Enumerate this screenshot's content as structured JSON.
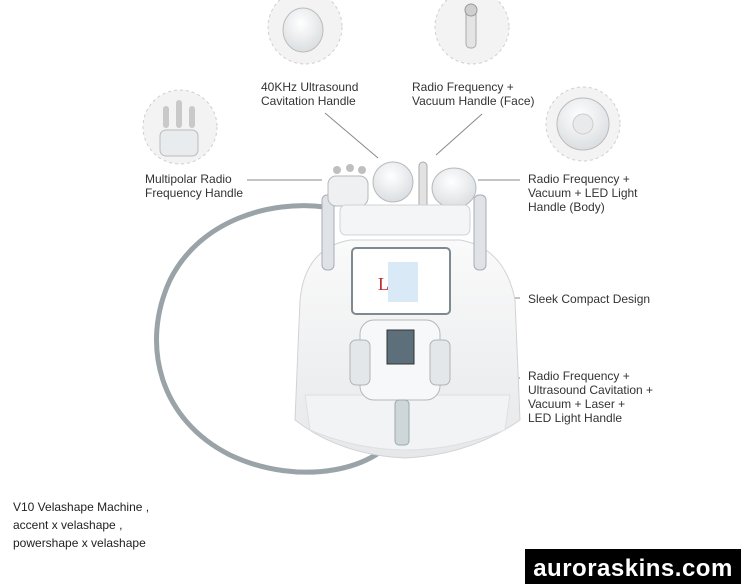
{
  "labels": {
    "cavitation": [
      "40KHz Ultrasound",
      "Cavitation Handle"
    ],
    "rf_face": [
      "Radio Frequency +",
      "Vacuum Handle (Face)"
    ],
    "multipolar": [
      "Multipolar Radio",
      "Frequency Handle"
    ],
    "rf_body": [
      "Radio Frequency +",
      "Vacuum + LED Light",
      "Handle (Body)"
    ],
    "design": "Sleek Compact Design",
    "combo": [
      "Radio Frequency +",
      "Ultrasound Cavitation +",
      "Vacuum + Laser +",
      "LED Light Handle"
    ]
  },
  "caption": [
    "V10 Velashape Machine ,",
    "accent x velashape ,",
    "powershape x velashape"
  ],
  "watermark": "auroraskins.com"
}
